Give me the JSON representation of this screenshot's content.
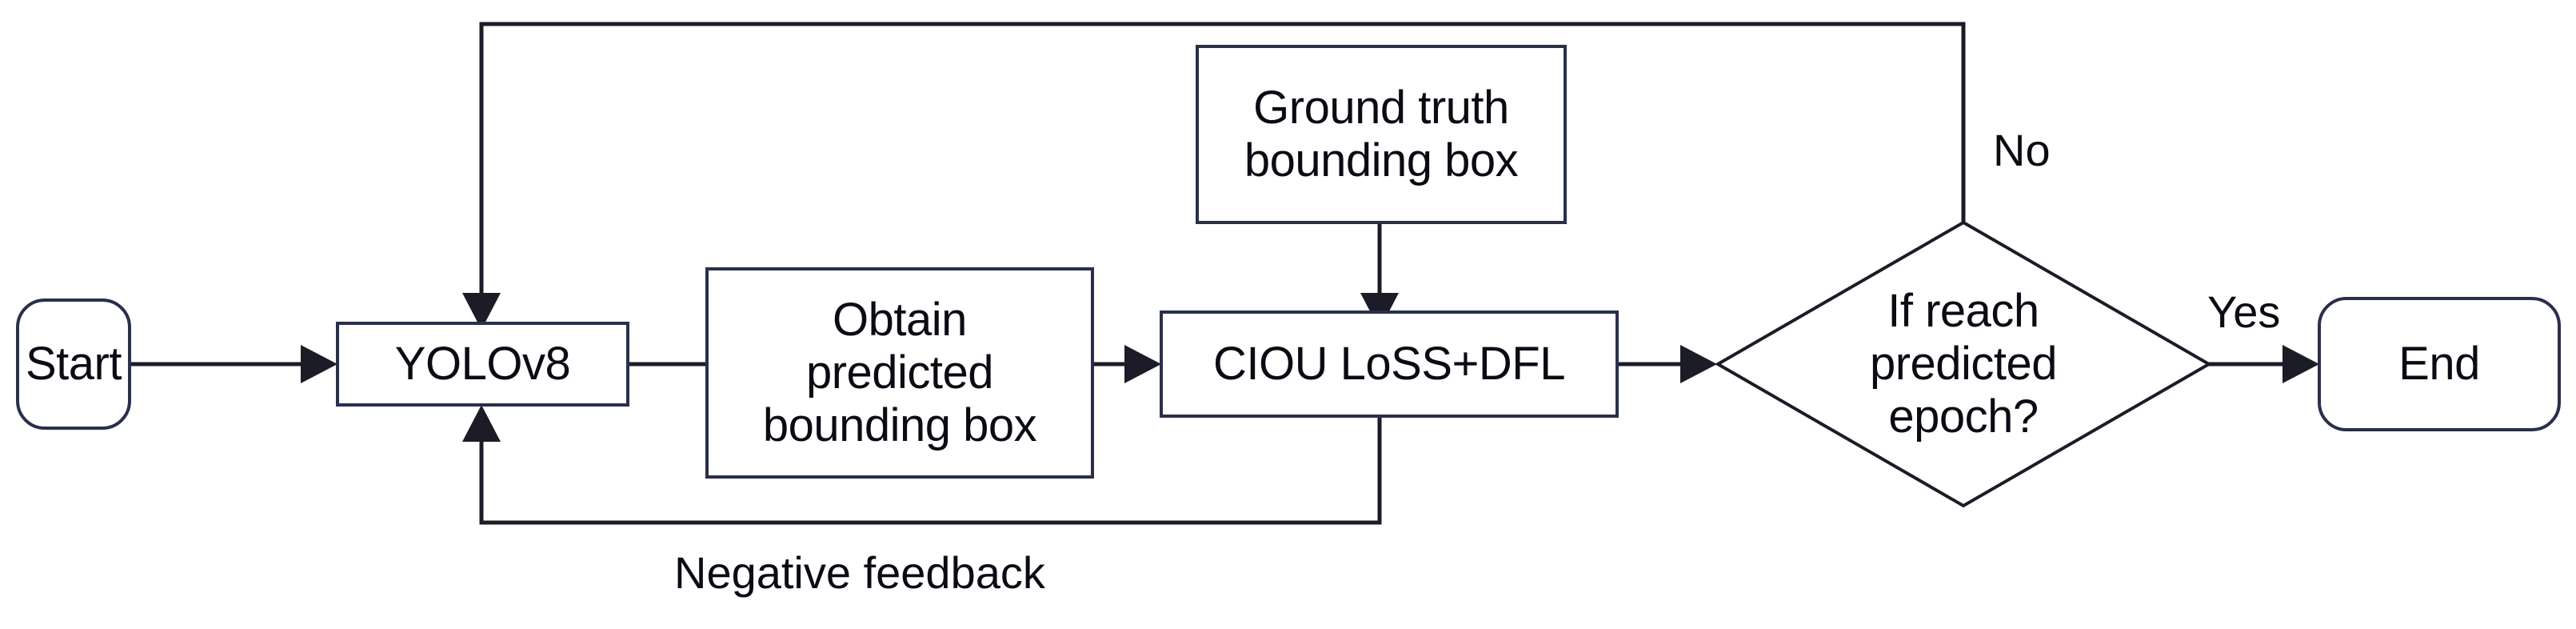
{
  "diagram": {
    "type": "flowchart",
    "title": "YOLOv8 training loop flowchart",
    "colors": {
      "background": "#ffffff",
      "node_stroke": "#2a2f4a",
      "diamond_stroke": "#1c1c28",
      "connector": "#1c1c28",
      "text": "#0b0b14"
    },
    "nodes": [
      {
        "id": "start",
        "shape": "rounded-rectangle",
        "label": "Start"
      },
      {
        "id": "yolov8",
        "shape": "rectangle",
        "label": "YOLOv8"
      },
      {
        "id": "obtain",
        "shape": "rectangle",
        "label": "Obtain\npredicted\nbounding box"
      },
      {
        "id": "ground-truth",
        "shape": "rectangle",
        "label": "Ground truth\nbounding box"
      },
      {
        "id": "loss",
        "shape": "rectangle",
        "label": "CIOU LoSS+DFL"
      },
      {
        "id": "decision",
        "shape": "diamond",
        "label": "If reach\npredicted\nepoch?"
      },
      {
        "id": "end",
        "shape": "rounded-rectangle",
        "label": "End"
      }
    ],
    "edges": [
      {
        "id": "start-to-yolov8",
        "from": "start",
        "to": "yolov8",
        "label": ""
      },
      {
        "id": "yolov8-to-obtain",
        "from": "yolov8",
        "to": "obtain",
        "label": ""
      },
      {
        "id": "obtain-to-loss",
        "from": "obtain",
        "to": "loss",
        "label": ""
      },
      {
        "id": "ground-truth-to-loss",
        "from": "ground-truth",
        "to": "loss",
        "label": ""
      },
      {
        "id": "loss-to-decision",
        "from": "loss",
        "to": "decision",
        "label": ""
      },
      {
        "id": "decision-no-to-yolov8",
        "from": "decision",
        "to": "yolov8",
        "label": "No"
      },
      {
        "id": "decision-yes-to-end",
        "from": "decision",
        "to": "end",
        "label": "Yes"
      },
      {
        "id": "loss-feedback-to-yolov8",
        "from": "loss",
        "to": "yolov8",
        "label": "Negative feedback"
      }
    ],
    "labels": {
      "no": "No",
      "yes": "Yes",
      "negative_feedback": "Negative feedback"
    }
  }
}
